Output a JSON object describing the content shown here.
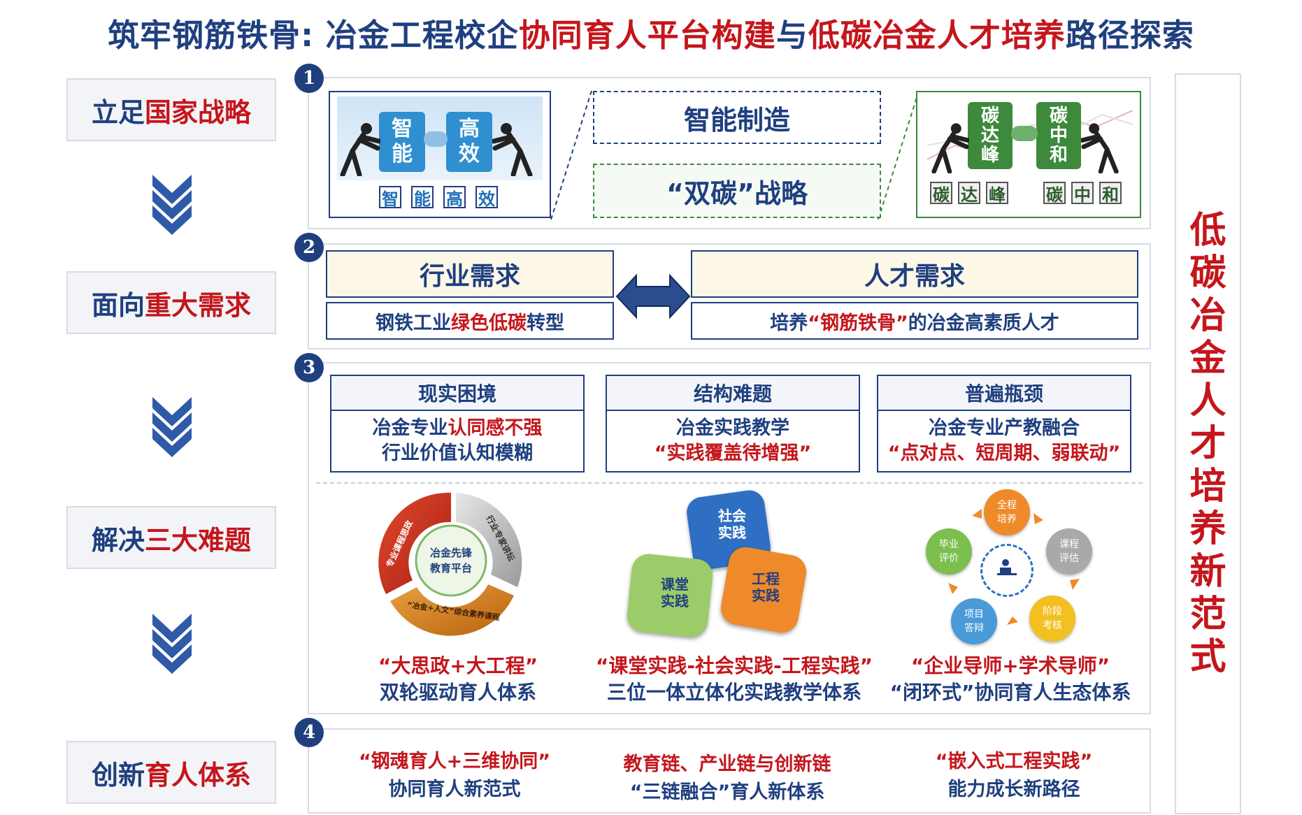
{
  "title": {
    "part1": "筑牢钢筋铁骨: 冶金工程校企",
    "part2": "协同育人平台构建",
    "part3": "与",
    "part4": "低碳冶金人才培养",
    "part5": "路径探索"
  },
  "stages": [
    {
      "pre": "立足",
      "hl": "国家战略"
    },
    {
      "pre": "面向",
      "hl": "重大需求"
    },
    {
      "pre": "解决",
      "hl": "三大难题"
    },
    {
      "pre": "创新",
      "hl": "育人体系"
    }
  ],
  "side_chars": [
    "低",
    "碳",
    "冶",
    "金",
    "人",
    "才",
    "培",
    "养",
    "新",
    "范",
    "式"
  ],
  "numbers": [
    "1",
    "2",
    "3",
    "4"
  ],
  "panel1": {
    "left_puzzle": [
      "智\n能",
      "高\n效"
    ],
    "left_tiles": [
      "智",
      "能",
      "高",
      "效"
    ],
    "smart": "智能制造",
    "carbon": "“双碳”战略",
    "right_puzzle": [
      "碳\n达\n峰",
      "碳\n中\n和"
    ],
    "right_tiles": [
      "碳",
      "达",
      "峰",
      "碳",
      "中",
      "和"
    ]
  },
  "panel2": {
    "industry": "行业需求",
    "talent": "人才需求",
    "industry_sub": {
      "pre": "钢铁工业",
      "hl": "绿色低碳",
      "post": "转型"
    },
    "talent_sub": {
      "pre": "培养",
      "hl": "“钢筋铁骨”",
      "post": " 的冶金高素质人才"
    }
  },
  "panel3": {
    "problems": [
      {
        "head": "现实困境",
        "l1_pre": "冶金专业",
        "l1_hl": "认同感不强",
        "l2": "行业价值认知模糊",
        "l2_red": false
      },
      {
        "head": "结构难题",
        "l1_pre": "冶金实践教学",
        "l1_hl": "",
        "l2": "“实践覆盖待增强”",
        "l2_red": true
      },
      {
        "head": "普遍瓶颈",
        "l1_pre": "冶金专业产教融合",
        "l1_hl": "",
        "l2": "“点对点、短周期、弱联动”",
        "l2_red": true
      }
    ],
    "wheel": {
      "center1": "冶金先锋",
      "center2": "教育平台",
      "seg1": "专业课程思政",
      "seg2": "行业专家讲坛",
      "seg3": "“冶金+人文”综合素养课程"
    },
    "puzzle": {
      "a": "社会\n实践",
      "b": "课堂\n实践",
      "c": "工程\n实践"
    },
    "cycle": {
      "top": "全程\n培养",
      "right_top": "课程\n评估",
      "right_bottom": "阶段\n考核",
      "bottom_left": "项目\n答辩",
      "left": "毕业\n评价"
    },
    "captions": [
      {
        "l1": "“大思政+大工程”",
        "l2": "双轮驱动育人体系"
      },
      {
        "l1": "“课堂实践-社会实践-工程实践”",
        "l2": "三位一体立体化实践教学体系"
      },
      {
        "l1": "“企业导师+学术导师”",
        "l2": "“闭环式”协同育人生态体系"
      }
    ]
  },
  "panel4": [
    {
      "l1": "“钢魂育人+三维协同”",
      "l2": "协同育人新范式"
    },
    {
      "l1": "教育链、产业链与创新链",
      "l2": "“三链融合”育人新体系"
    },
    {
      "l1": "“嵌入式工程实践”",
      "l2": "能力成长新路径"
    }
  ],
  "colors": {
    "navy": "#1f3f7f",
    "red": "#c4161c",
    "border": "#d7dbe3"
  }
}
